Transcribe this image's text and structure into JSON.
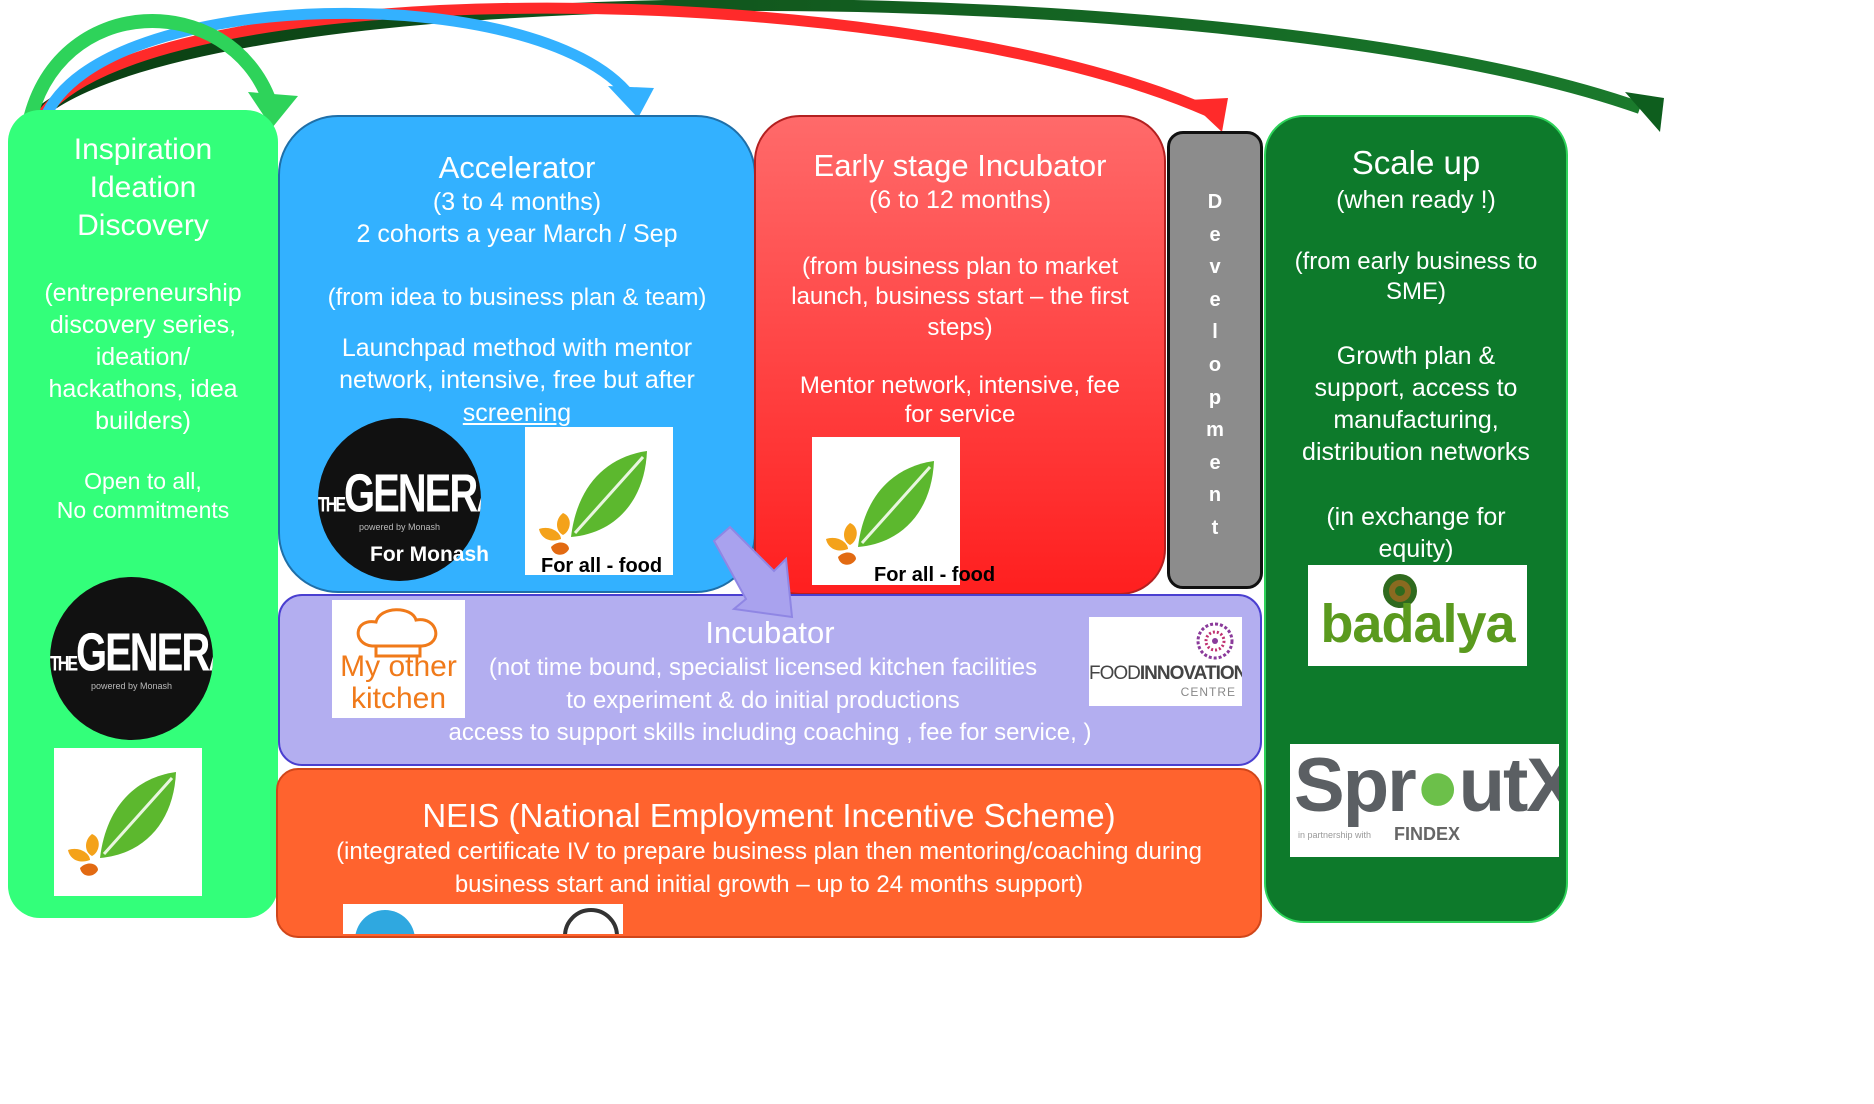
{
  "inspiration": {
    "title": [
      "Inspiration",
      "Ideation",
      "Discovery"
    ],
    "detail": [
      "(entrepreneurship",
      "discovery series,",
      "ideation/",
      "hackathons, idea",
      "builders)"
    ],
    "note": [
      "Open to all,",
      "No commitments"
    ]
  },
  "accelerator": {
    "title": "Accelerator",
    "duration": "(3 to 4 months)",
    "cohorts": "2 cohorts  a year March / Sep",
    "scope": "(from idea to business plan & team)",
    "method": [
      "Launchpad  method with mentor",
      "network, intensive, free but  after"
    ],
    "method_link": "screening",
    "generator_caption": "For Monash",
    "leaf_caption": "For all - food"
  },
  "early_incubator": {
    "title": "Early stage Incubator",
    "duration": "(6 to 12 months)",
    "scope": [
      "(from business plan to market",
      "launch, business start – the first",
      "steps)"
    ],
    "method": [
      "Mentor network, intensive, fee",
      "for service"
    ],
    "leaf_caption": "For all - food"
  },
  "development": {
    "letters": [
      "D",
      "e",
      "v",
      "e",
      "l",
      "o",
      "p",
      "m",
      "e",
      "n",
      "t"
    ]
  },
  "scale_up": {
    "title": "Scale up",
    "subtitle": "(when ready !)",
    "scope": [
      "(from early business to",
      "SME)"
    ],
    "support": [
      "Growth plan &",
      "support,  access to",
      "manufacturing,",
      "distribution networks"
    ],
    "terms": [
      "(in exchange for",
      "equity)"
    ],
    "badalya_logo": "badalya",
    "sproutx_logo": {
      "part1": "Spr",
      "part2": "utX",
      "partner": "in partnership with",
      "findex": "FINDEX"
    }
  },
  "incubator": {
    "title": "Incubator",
    "lines": [
      "(not time bound,  specialist licensed kitchen  facilities",
      "to experiment & do initial productions",
      "access to support  skills including coaching , fee for service, )"
    ],
    "my_other_kitchen_logo": [
      "My other",
      "kitchen"
    ],
    "food_innovation_logo": {
      "part1": "FOOD",
      "part2": "INNOVATION",
      "part3": "CENTRE"
    }
  },
  "neis": {
    "title": "NEIS (National Employment Incentive Scheme)",
    "lines": [
      "(integrated certificate IV to prepare business plan then mentoring/coaching during",
      "business start and initial growth – up to 24 months support)"
    ]
  },
  "generator_logo": {
    "word_small": "THE",
    "word": "GENERATOR",
    "tagline": "powered by Monash"
  },
  "colors": {
    "inspiration": "#33ff7a",
    "accelerator": "#33b1ff",
    "early_incubator": "#ff4d4d",
    "development": "#8c8c8c",
    "scale_up": "#0d7a2b",
    "incubator": "#b3aef0",
    "neis": "#ff632e",
    "arrow_green": "#2ed35a",
    "arrow_blue": "#33b1ff",
    "arrow_red": "#ff2a2a",
    "arrow_darkgreen": "#0e5e1e"
  }
}
